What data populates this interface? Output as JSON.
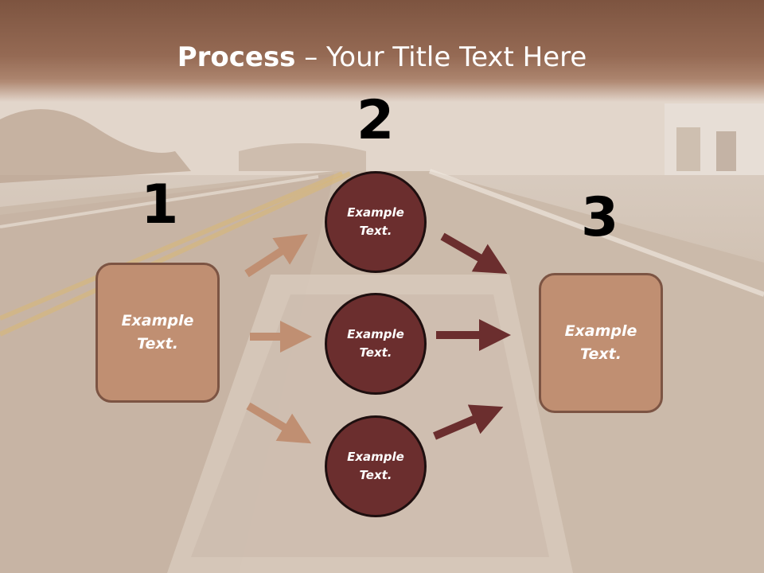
{
  "title": {
    "bold": "Process",
    "rest": " – Your Title Text Here"
  },
  "steps": {
    "one": {
      "number": "1",
      "text": "Example Text."
    },
    "two": {
      "number": "2"
    },
    "three": {
      "number": "3",
      "text": "Example Text."
    }
  },
  "circles": [
    {
      "text": "Example Text."
    },
    {
      "text": "Example Text."
    },
    {
      "text": "Example Text."
    }
  ],
  "colors": {
    "header": "#8b5e4a",
    "box_fill": "#c08f72",
    "circle_fill": "#6b2e2e",
    "arrow_light": "#c08f72",
    "arrow_dark": "#6b2e2e"
  }
}
